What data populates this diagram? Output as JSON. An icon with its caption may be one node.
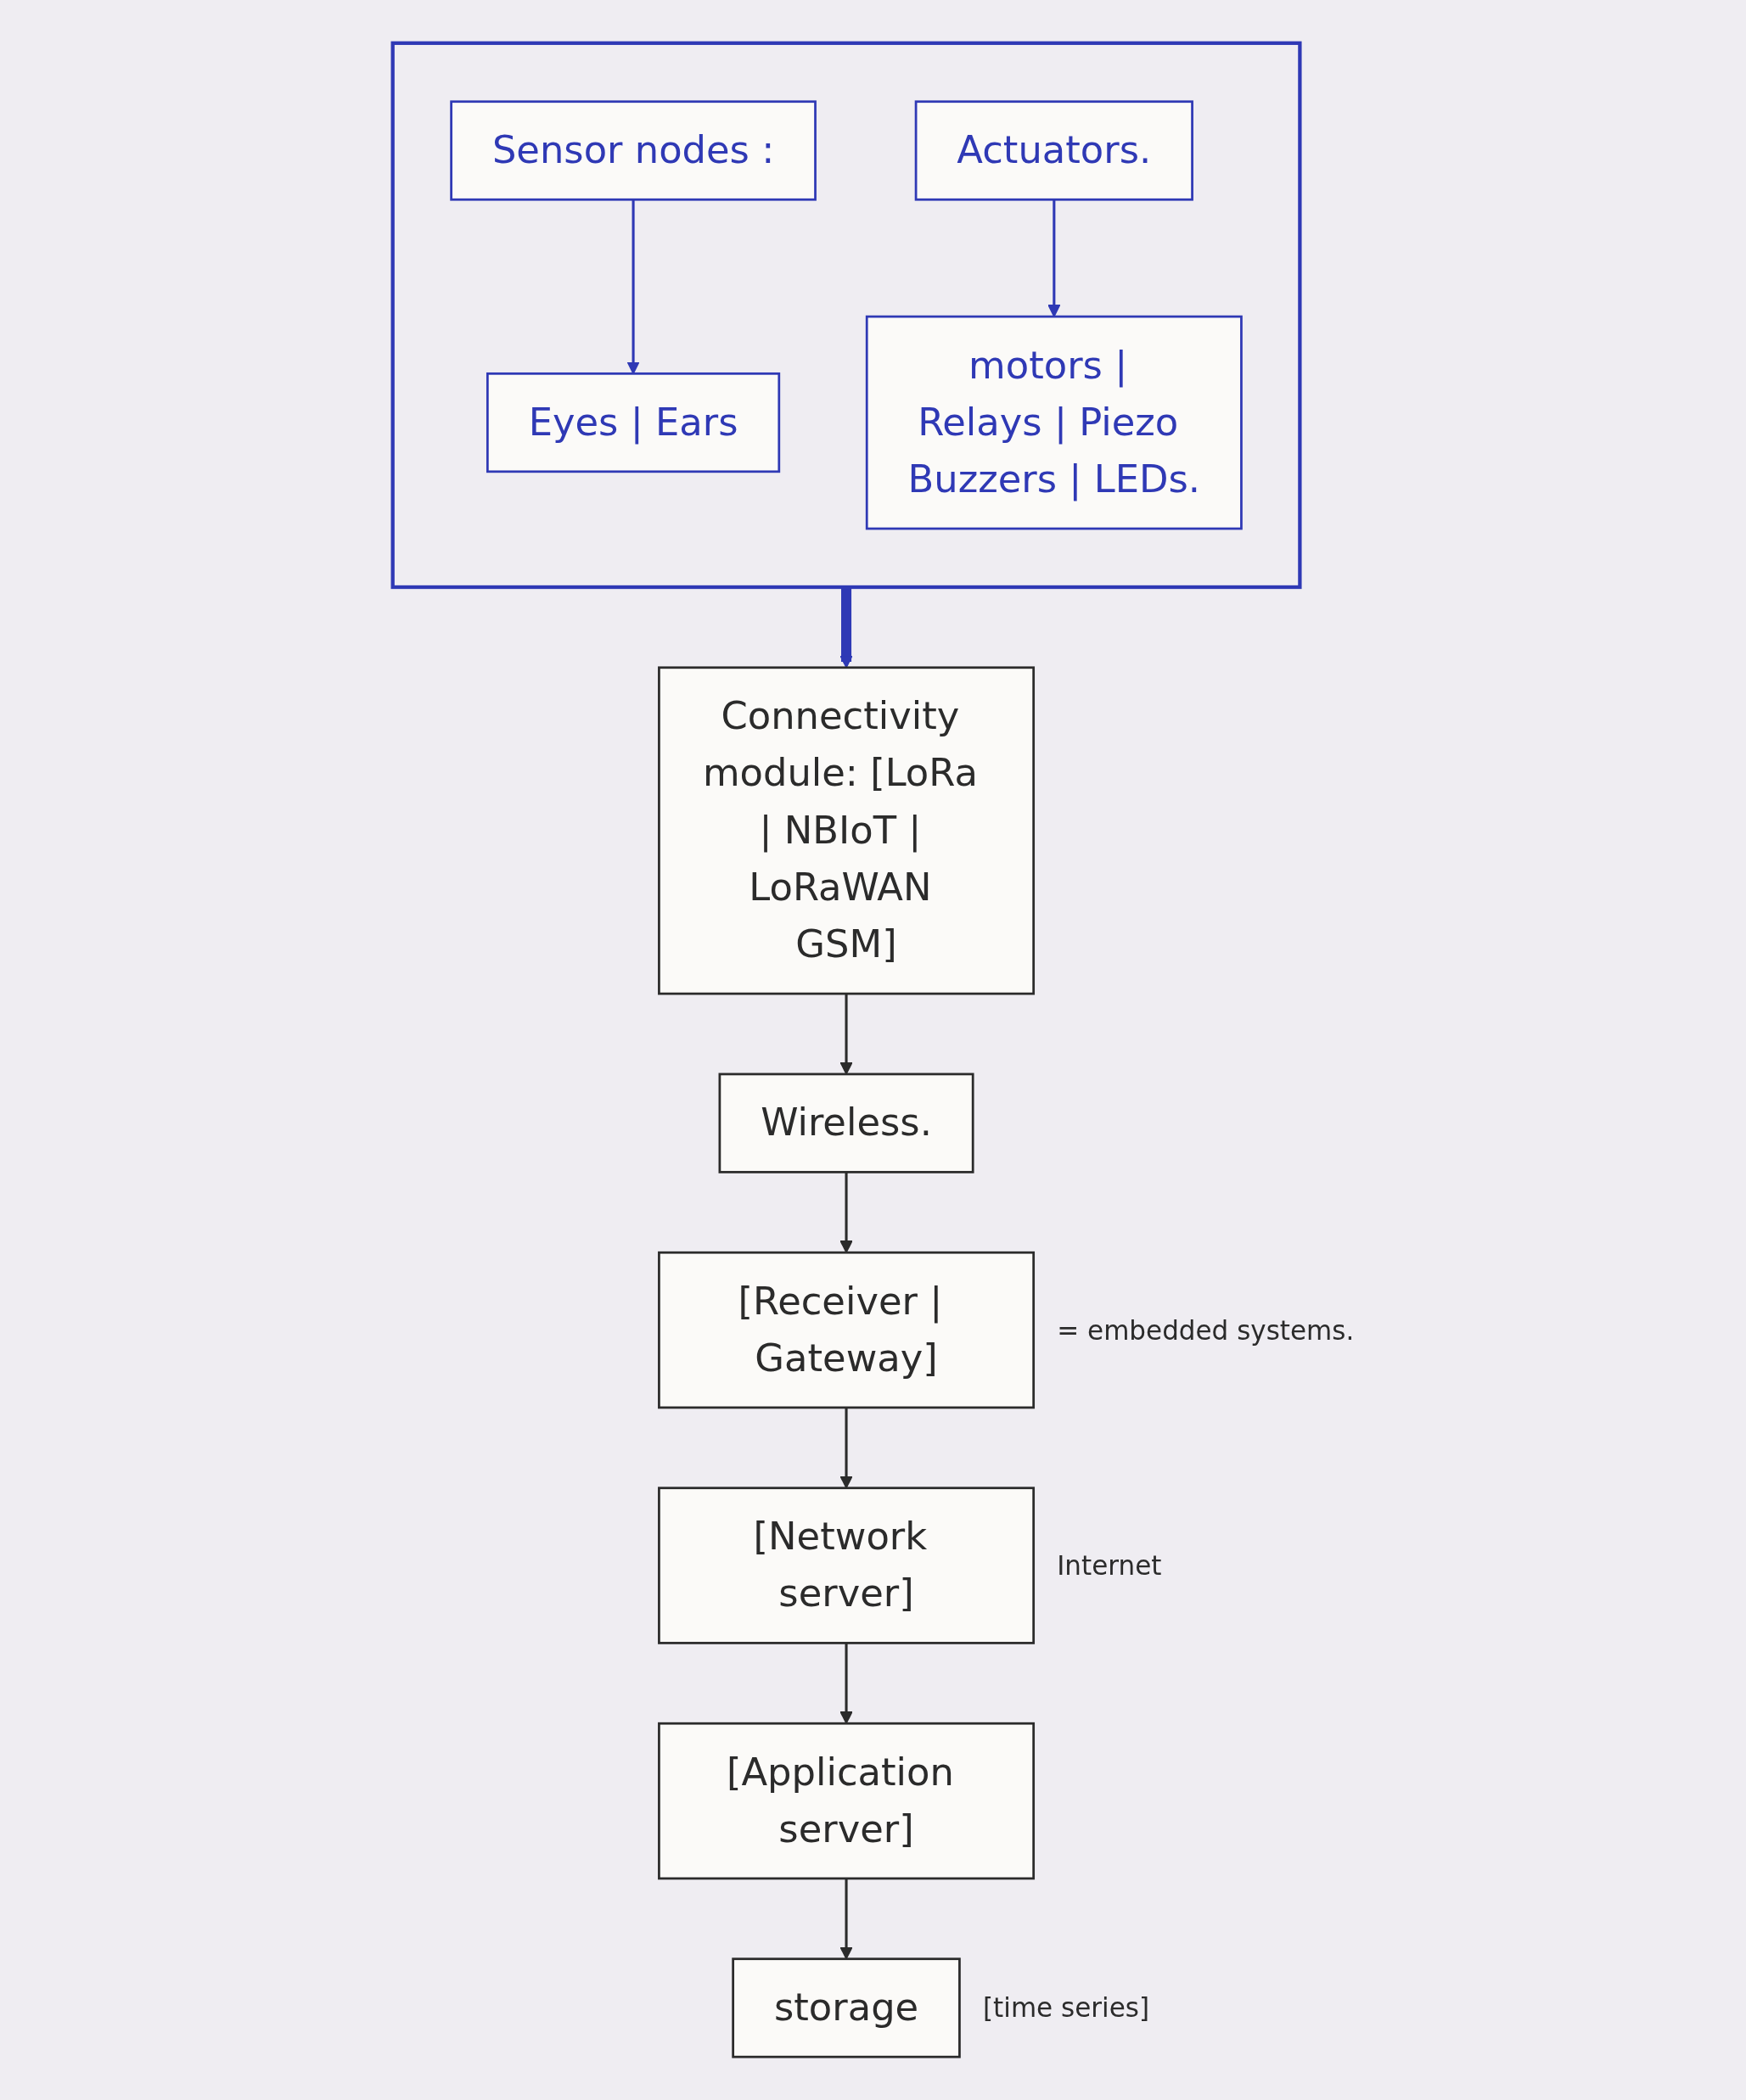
{
  "diagram": {
    "nodes": [
      {
        "text": [],
        "shape": "box"
      },
      {
        "text": [
          "Sensor nodes :"
        ],
        "in": 0
      },
      {
        "text": [
          "Eyes | Ears"
        ],
        "in": 0
      },
      {
        "text": [
          "Actuators."
        ],
        "in": 0
      },
      {
        "text": [
          "motors | Relays | Piezo Buzzers | LEDs."
        ],
        "in": 0
      },
      {
        "text": [
          "Connectivity module: [LoRa | NBIoT | LoRaWAN GSM]"
        ]
      },
      {
        "text": [
          "Wireless."
        ]
      },
      {
        "text": [
          "[Receiver | Gateway]"
        ],
        "beside": [
          "= embedded systems."
        ]
      },
      {
        "text": [
          "[Network server]"
        ],
        "beside": [
          "Internet"
        ]
      },
      {
        "text": [
          "[Application server]"
        ]
      },
      {
        "text": [
          "storage"
        ],
        "beside": [
          "[time series]"
        ]
      }
    ],
    "edges": [
      {
        "from": 1,
        "to": 2,
        "arrow": "to",
        "color": "#2f39b5"
      },
      {
        "from": 3,
        "to": 4,
        "arrow": "to",
        "color": "#2f39b5"
      },
      {
        "from": 0,
        "to": 5,
        "arrow": "to",
        "style": "thick",
        "color": "#2f39b5"
      },
      {
        "from": 5,
        "to": 6,
        "arrow": "to"
      },
      {
        "from": 6,
        "to": 7,
        "arrow": "to"
      },
      {
        "from": 7,
        "to": 8,
        "arrow": "to"
      },
      {
        "from": 8,
        "to": 9,
        "arrow": "to"
      },
      {
        "from": 9,
        "to": 10,
        "arrow": "to"
      }
    ]
  }
}
